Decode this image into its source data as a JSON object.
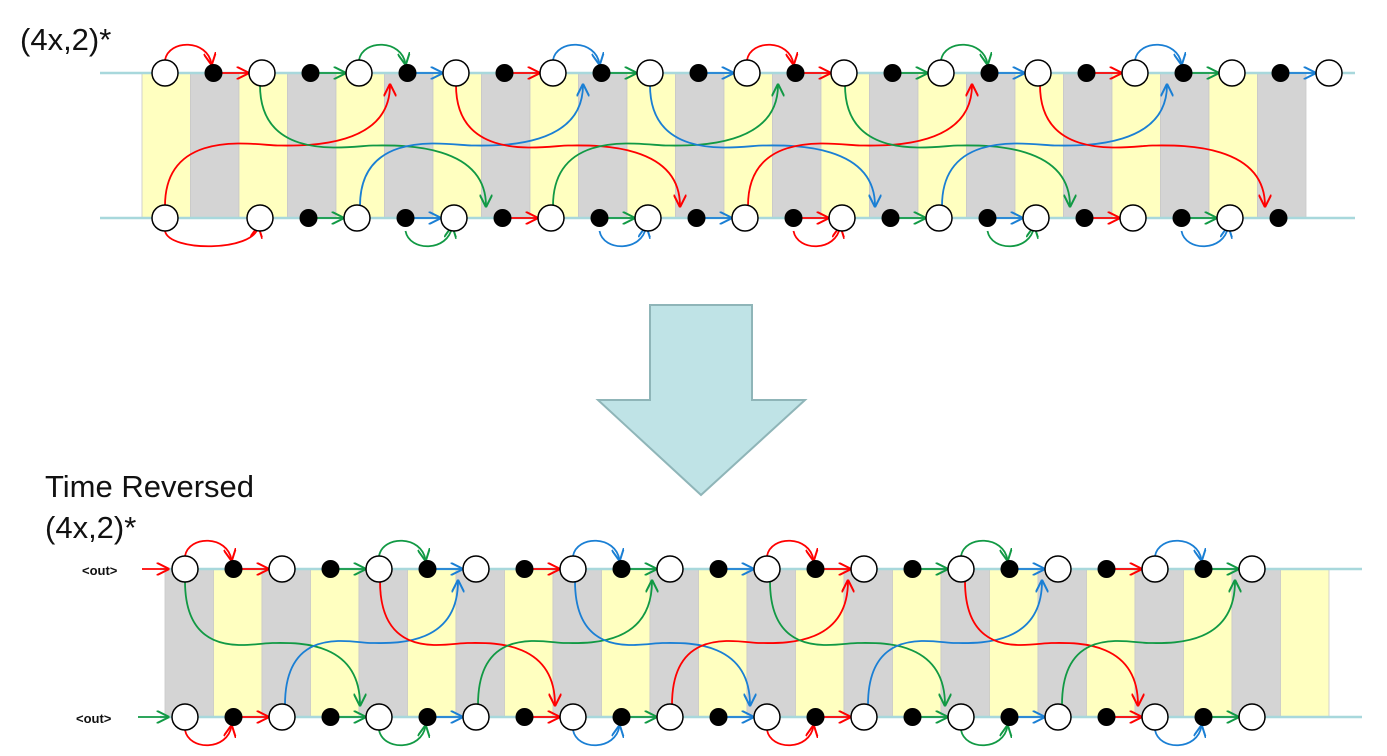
{
  "top_panel": {
    "label": "(4x,2)*"
  },
  "bottom_panel": {
    "title": "Time Reversed",
    "label": "(4x,2)*",
    "out_label_top": "<out>",
    "out_label_bottom": "<out>"
  },
  "colors": {
    "yellow_stripe": "#ffffc0",
    "gray_stripe": "#d4d4d4",
    "rail": "#a8d8dc",
    "big_arrow_fill": "#bfe3e6",
    "big_arrow_stroke": "#8fb5b8",
    "red": "#ff0000",
    "green": "#119944",
    "blue": "#1a7fd4"
  },
  "icons": {
    "transform_arrow": "down-arrow-icon",
    "open_node": "hollow-circle-icon",
    "filled_node": "filled-dot-icon"
  }
}
